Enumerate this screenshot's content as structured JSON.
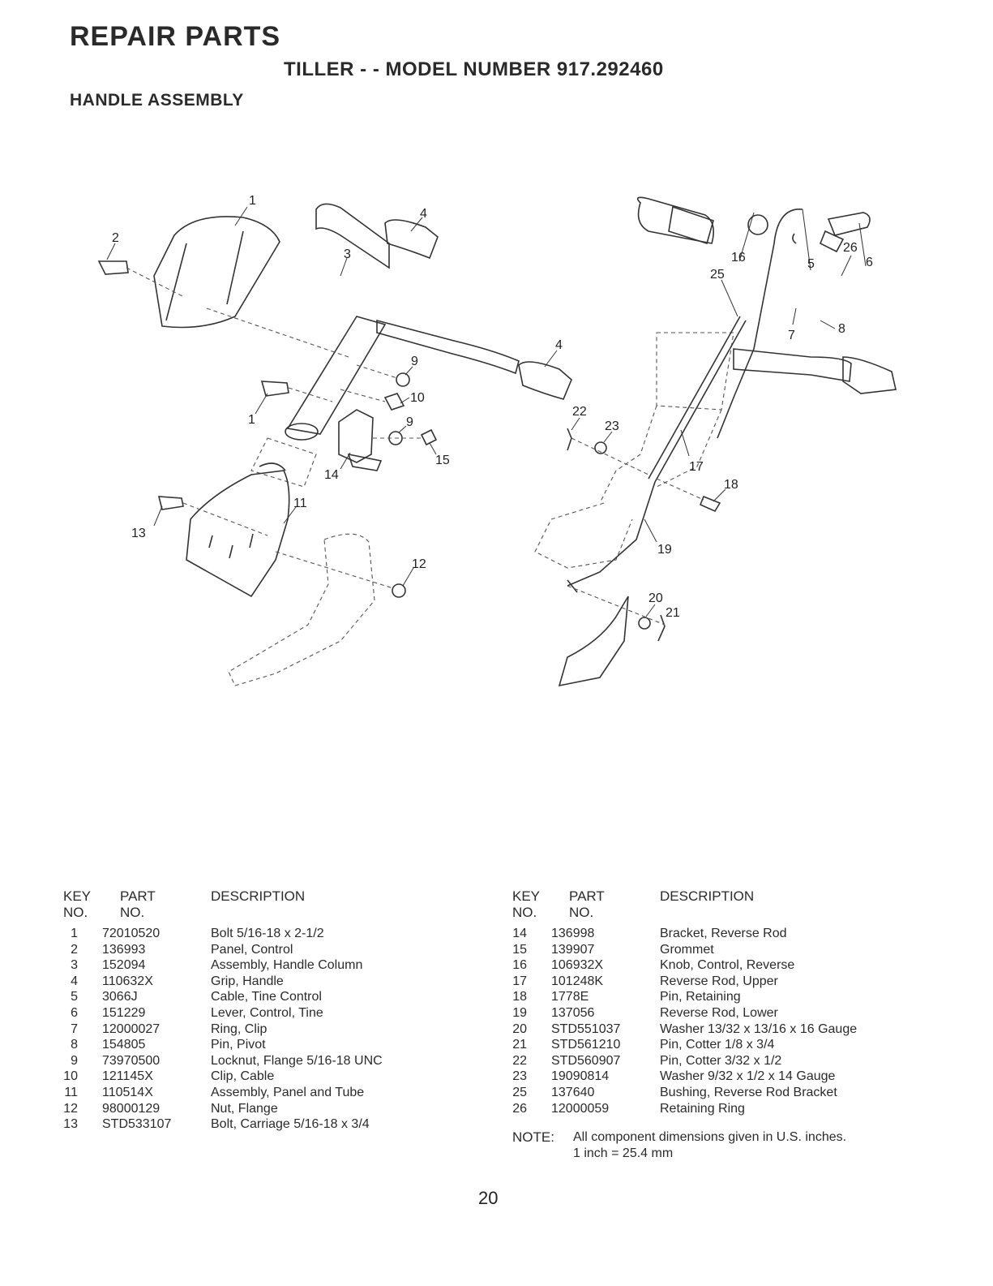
{
  "header": {
    "page_title": "REPAIR PARTS",
    "model_title": "TILLER - - MODEL NUMBER 917.292460",
    "section_title": "HANDLE ASSEMBLY"
  },
  "diagram": {
    "callouts": [
      "1",
      "2",
      "3",
      "4",
      "1",
      "9",
      "10",
      "9",
      "14",
      "15",
      "11",
      "12",
      "13",
      "4",
      "16",
      "25",
      "26",
      "5",
      "6",
      "7",
      "8",
      "22",
      "23",
      "17",
      "18",
      "19",
      "20",
      "21"
    ]
  },
  "table_headers": {
    "key_line1": "KEY",
    "key_line2": "NO.",
    "part_line1": "PART",
    "part_line2": "NO.",
    "description": "DESCRIPTION"
  },
  "parts_left": [
    {
      "key": "1",
      "part": "72010520",
      "desc": "Bolt 5/16-18 x 2-1/2"
    },
    {
      "key": "2",
      "part": "136993",
      "desc": "Panel, Control"
    },
    {
      "key": "3",
      "part": "152094",
      "desc": "Assembly, Handle Column"
    },
    {
      "key": "4",
      "part": "110632X",
      "desc": "Grip, Handle"
    },
    {
      "key": "5",
      "part": "3066J",
      "desc": "Cable, Tine Control"
    },
    {
      "key": "6",
      "part": "151229",
      "desc": "Lever, Control, Tine"
    },
    {
      "key": "7",
      "part": "12000027",
      "desc": "Ring, Clip"
    },
    {
      "key": "8",
      "part": "154805",
      "desc": "Pin, Pivot"
    },
    {
      "key": "9",
      "part": "73970500",
      "desc": "Locknut, Flange 5/16-18 UNC"
    },
    {
      "key": "10",
      "part": "121145X",
      "desc": "Clip, Cable"
    },
    {
      "key": "11",
      "part": "110514X",
      "desc": "Assembly, Panel and Tube"
    },
    {
      "key": "12",
      "part": "98000129",
      "desc": "Nut, Flange"
    },
    {
      "key": "13",
      "part": "STD533107",
      "desc": "Bolt, Carriage 5/16-18 x 3/4"
    }
  ],
  "parts_right": [
    {
      "key": "14",
      "part": "136998",
      "desc": "Bracket, Reverse Rod"
    },
    {
      "key": "15",
      "part": "139907",
      "desc": "Grommet"
    },
    {
      "key": "16",
      "part": "106932X",
      "desc": "Knob, Control, Reverse"
    },
    {
      "key": "17",
      "part": "101248K",
      "desc": "Reverse Rod, Upper"
    },
    {
      "key": "18",
      "part": "1778E",
      "desc": "Pin, Retaining"
    },
    {
      "key": "19",
      "part": "137056",
      "desc": "Reverse Rod, Lower"
    },
    {
      "key": "20",
      "part": "STD551037",
      "desc": "Washer 13/32 x 13/16 x 16 Gauge"
    },
    {
      "key": "21",
      "part": "STD561210",
      "desc": "Pin, Cotter 1/8 x 3/4"
    },
    {
      "key": "22",
      "part": "STD560907",
      "desc": "Pin, Cotter 3/32 x 1/2"
    },
    {
      "key": "23",
      "part": "19090814",
      "desc": "Washer 9/32 x 1/2 x 14 Gauge"
    },
    {
      "key": "25",
      "part": "137640",
      "desc": "Bushing, Reverse Rod Bracket"
    },
    {
      "key": "26",
      "part": "12000059",
      "desc": "Retaining Ring"
    }
  ],
  "note": {
    "label": "NOTE:",
    "line1": "All component dimensions given in U.S. inches.",
    "line2": "1 inch = 25.4 mm"
  },
  "page_number": "20"
}
